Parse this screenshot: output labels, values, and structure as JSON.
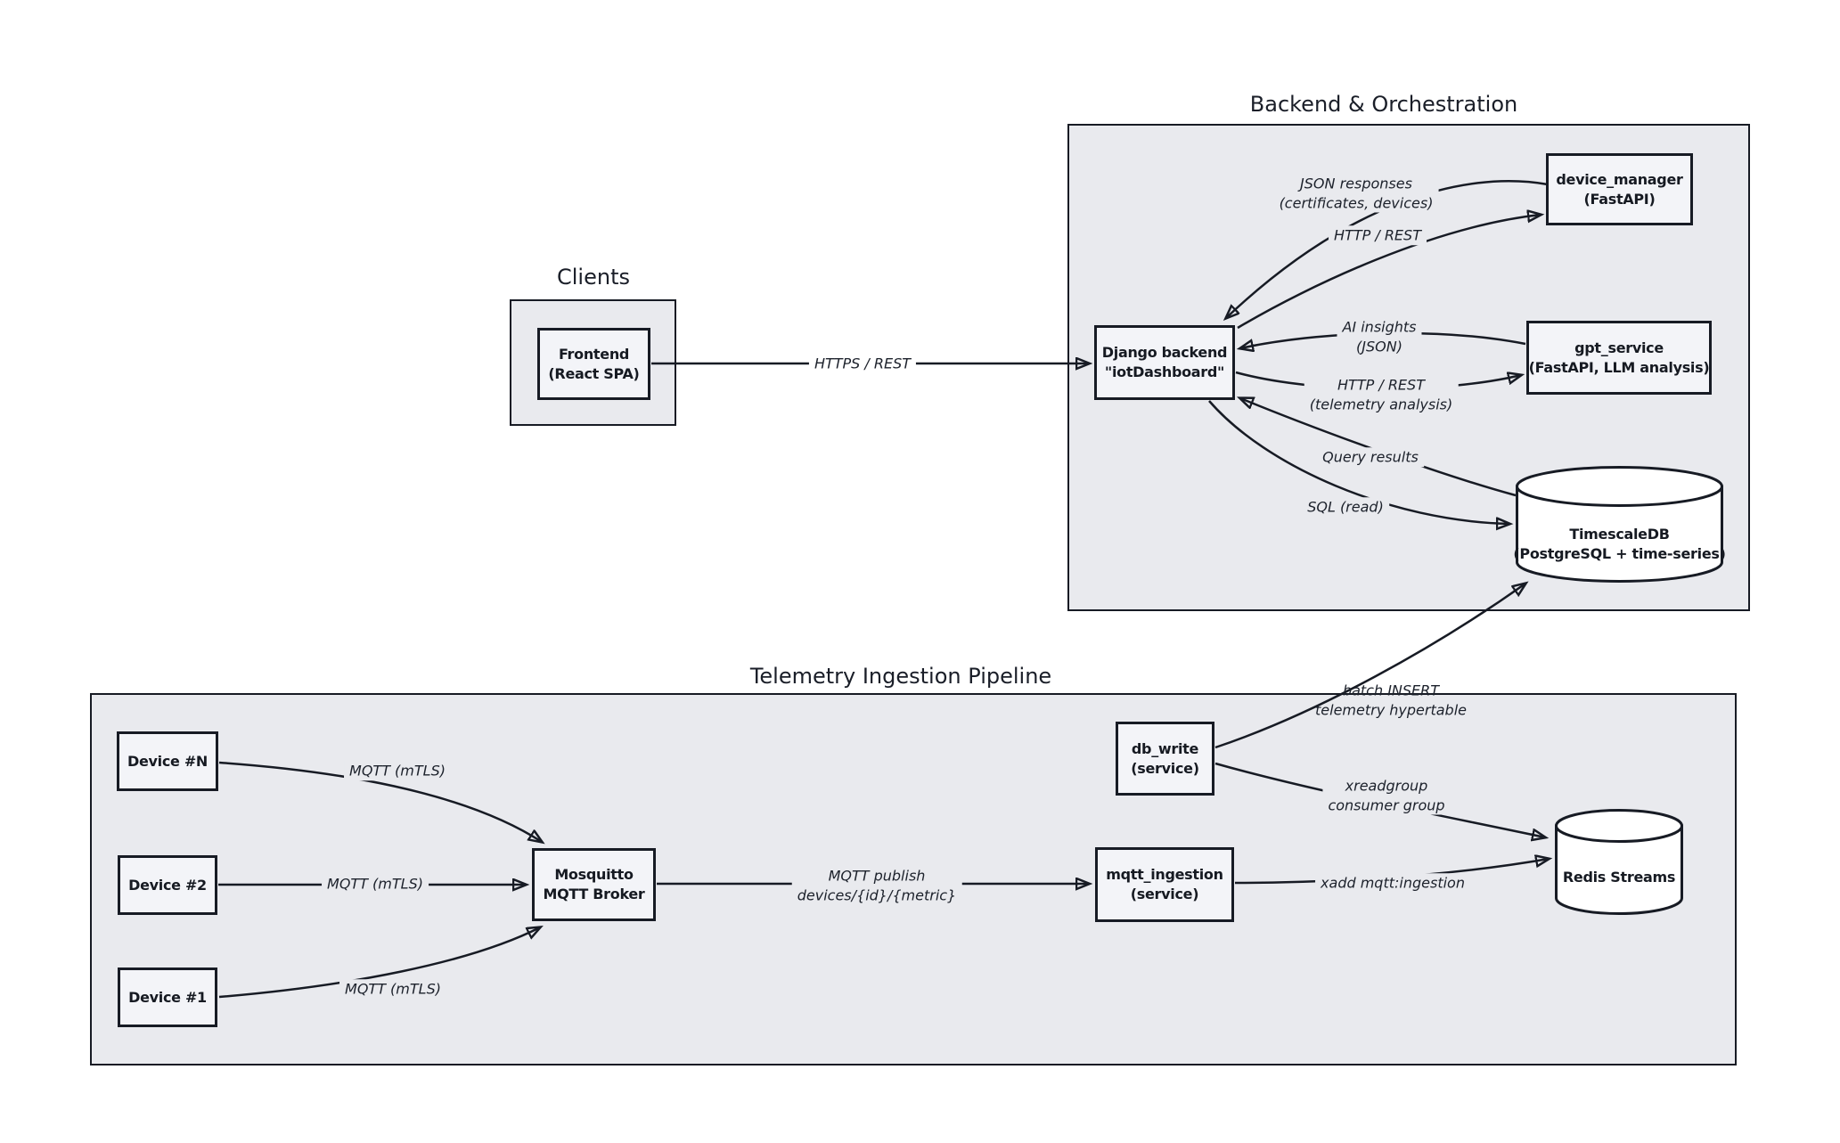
{
  "diagram": {
    "groups": {
      "clients": {
        "title": "Clients"
      },
      "backend": {
        "title": "Backend & Orchestration"
      },
      "telemetry": {
        "title": "Telemetry Ingestion Pipeline"
      }
    },
    "nodes": {
      "frontend": {
        "line1": "Frontend",
        "line2": "(React SPA)"
      },
      "django": {
        "line1": "Django backend",
        "line2": "\"iotDashboard\""
      },
      "device_manager": {
        "line1": "device_manager",
        "line2": "(FastAPI)"
      },
      "gpt_service": {
        "line1": "gpt_service",
        "line2": "(FastAPI, LLM analysis)"
      },
      "timescaledb": {
        "line1": "TimescaleDB",
        "line2": "(PostgreSQL + time-series)"
      },
      "device_n": {
        "line1": "Device #N"
      },
      "device_2": {
        "line1": "Device #2"
      },
      "device_1": {
        "line1": "Device #1"
      },
      "mosquitto": {
        "line1": "Mosquitto",
        "line2": "MQTT Broker"
      },
      "mqtt_ingestion": {
        "line1": "mqtt_ingestion",
        "line2": "(service)"
      },
      "db_write": {
        "line1": "db_write",
        "line2": "(service)"
      },
      "redis": {
        "line1": "Redis Streams"
      }
    },
    "edge_labels": {
      "https_rest": {
        "line1": "HTTPS / REST"
      },
      "json_responses": {
        "line1": "JSON responses",
        "line2": "(certificates, devices)"
      },
      "http_rest_dm": {
        "line1": "HTTP / REST"
      },
      "ai_insights": {
        "line1": "AI insights",
        "line2": "(JSON)"
      },
      "http_rest_gpt": {
        "line1": "HTTP / REST",
        "line2": "(telemetry analysis)"
      },
      "query_results": {
        "line1": "Query results"
      },
      "sql_read": {
        "line1": "SQL (read)"
      },
      "mqtt_n": {
        "line1": "MQTT (mTLS)"
      },
      "mqtt_2": {
        "line1": "MQTT (mTLS)"
      },
      "mqtt_1": {
        "line1": "MQTT (mTLS)"
      },
      "mqtt_publish": {
        "line1": "MQTT publish",
        "line2": "devices/{id}/{metric}"
      },
      "xadd": {
        "line1": "xadd mqtt:ingestion"
      },
      "xreadgroup": {
        "line1": "xreadgroup",
        "line2": "consumer group"
      },
      "batch_insert": {
        "line1": "batch INSERT",
        "line2": "telemetry hypertable"
      }
    },
    "colors": {
      "background": "#ffffff",
      "group_fill": "#e9eaee",
      "node_fill": "#f3f4f8",
      "stroke": "#171b24"
    }
  }
}
